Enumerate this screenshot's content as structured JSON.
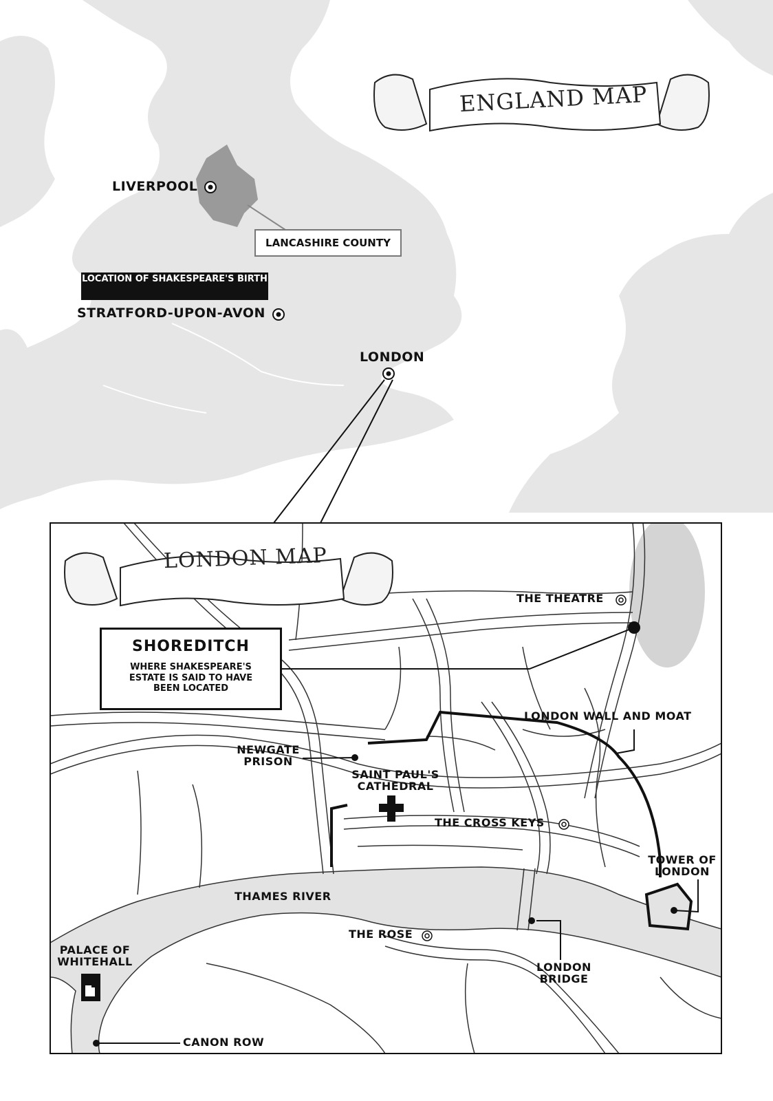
{
  "england_map": {
    "title": "ENGLAND MAP",
    "labels": {
      "liverpool": "LIVERPOOL",
      "lancashire": "LANCASHIRE COUNTY",
      "birth_note": "LOCATION OF SHAKESPEARE'S BIRTH",
      "stratford": "STRATFORD-UPON-AVON",
      "london": "LONDON"
    }
  },
  "london_map": {
    "title": "LONDON MAP",
    "labels": {
      "the_theatre": "THE THEATRE",
      "shoreditch_title": "SHOREDITCH",
      "shoreditch_desc": "WHERE SHAKESPEARE'S\nESTATE IS SAID TO HAVE\nBEEN LOCATED",
      "london_wall": "LONDON WALL AND MOAT",
      "newgate_1": "NEWGATE",
      "newgate_2": "PRISON",
      "st_pauls_1": "SAINT PAUL'S",
      "st_pauls_2": "CATHEDRAL",
      "cross_keys": "THE CROSS KEYS",
      "tower_1": "TOWER OF",
      "tower_2": "LONDON",
      "thames": "THAMES RIVER",
      "the_rose": "THE ROSE",
      "whitehall_1": "PALACE OF",
      "whitehall_2": "WHITEHALL",
      "london_bridge_1": "LONDON",
      "london_bridge_2": "BRIDGE",
      "canon_row": "CANON ROW"
    }
  },
  "colors": {
    "land": "#e6e6e6",
    "county": "#9a9a9a",
    "ink": "#111111"
  }
}
